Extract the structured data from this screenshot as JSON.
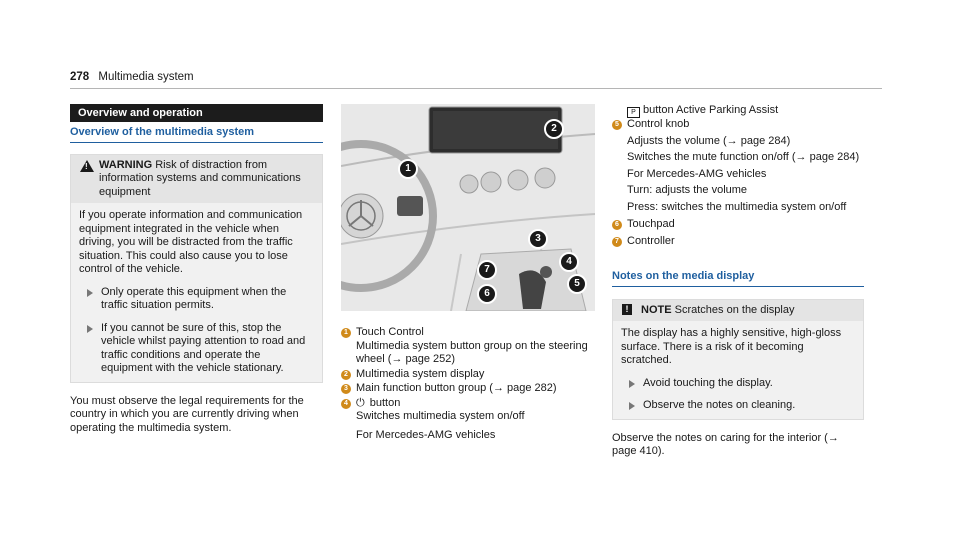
{
  "header": {
    "page_number": "278",
    "title": "Multimedia system"
  },
  "col1": {
    "section_title": "Overview and operation",
    "subhead": "Overview of the multimedia system",
    "warning": {
      "label": "WARNING",
      "title": "Risk of distraction from information systems and communications equipment",
      "body": "If you operate information and communication equipment integrated in the vehicle when driving, you will be distracted from the traffic situation. This could also cause you to lose control of the vehicle.",
      "bullets": [
        "Only operate this equipment when the traffic situation permits.",
        "If you cannot be sure of this, stop the vehicle whilst paying attention to road and traffic conditions and operate the equipment with the vehicle stationary."
      ]
    },
    "paragraph": "You must observe the legal requirements for the country in which you are currently driving when operating the multimedia system."
  },
  "figure": {
    "callouts": [
      "1",
      "2",
      "3",
      "4",
      "5",
      "6",
      "7"
    ]
  },
  "col2": {
    "items": [
      {
        "n": "1",
        "label": "Touch Control",
        "detail": "Multimedia system button group on the steering wheel (→ page 252)"
      },
      {
        "n": "2",
        "label": "Multimedia system display"
      },
      {
        "n": "3",
        "label": "Main function button group (→ page 282)"
      },
      {
        "n": "4",
        "label": "button",
        "detail": "Switches multimedia system on/off",
        "extra": "For Mercedes-AMG vehicles"
      }
    ]
  },
  "col3": {
    "continuation": "button Active Parking Assist",
    "items": [
      {
        "n": "5",
        "label": "Control knob",
        "lines": [
          "Adjusts the volume (→ page 284)",
          "Switches the mute function on/off (→ page 284)",
          "For Mercedes-AMG vehicles",
          "Turn: adjusts the volume",
          "Press: switches the multimedia system on/off"
        ]
      },
      {
        "n": "6",
        "label": "Touchpad"
      },
      {
        "n": "7",
        "label": "Controller"
      }
    ],
    "subhead": "Notes on the media display",
    "note": {
      "label": "NOTE",
      "title": "Scratches on the display",
      "body": "The display has a highly sensitive, high-gloss surface. There is a risk of it becoming scratched.",
      "bullets": [
        "Avoid touching the display.",
        "Observe the notes on cleaning."
      ]
    },
    "paragraph": "Observe the notes on caring for the interior (→ page 410)."
  },
  "colors": {
    "accent_blue": "#1f5f9f",
    "badge_orange": "#d08a1a",
    "bar_black": "#1c1c1c"
  }
}
